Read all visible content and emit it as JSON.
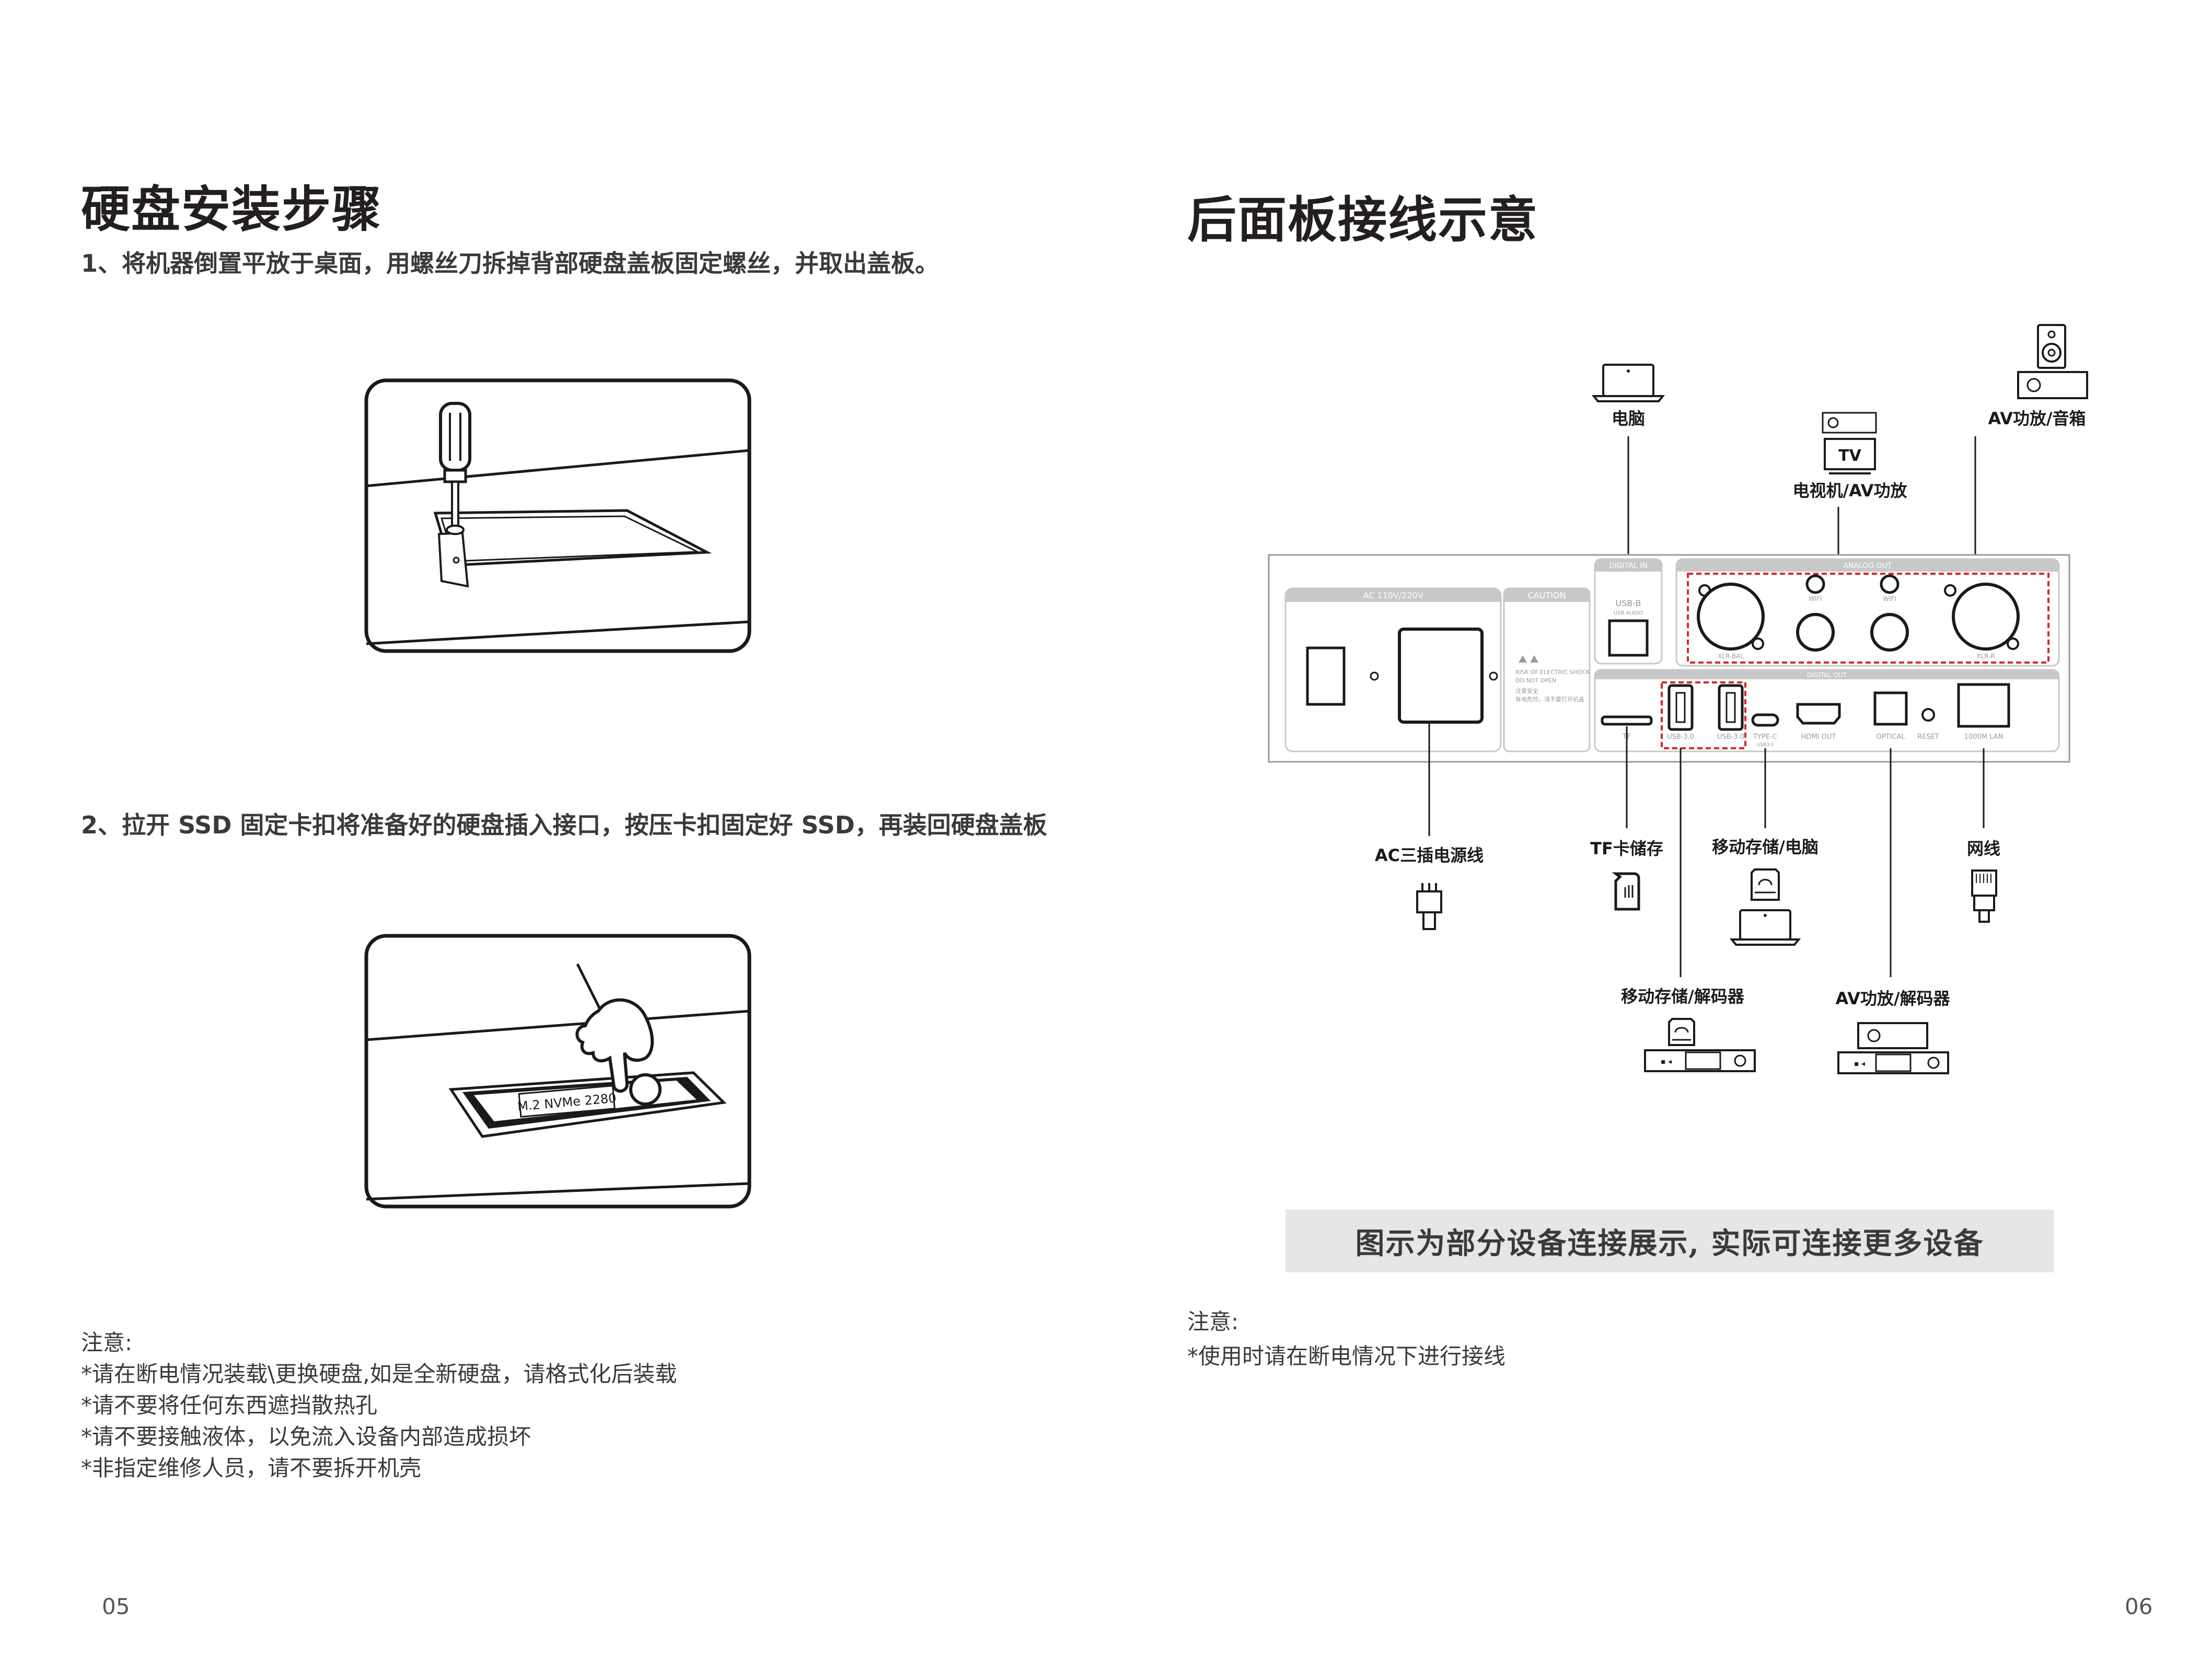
{
  "left": {
    "title": "硬盘安装步骤",
    "step1": "1、将机器倒置平放于桌面，用螺丝刀拆掉背部硬盘盖板固定螺丝，并取出盖板。",
    "step2": "2、拉开 SSD 固定卡扣将准备好的硬盘插入接口，按压卡扣固定好 SSD，再装回硬盘盖板",
    "ssd_label": "M.2 NVMe 2280",
    "notes": {
      "heading": "注意:",
      "items": [
        "*请在断电情况装载\\更换硬盘,如是全新硬盘，请格式化后装载",
        "*请不要将任何东西遮挡散热孔",
        "*请不要接触液体，以免流入设备内部造成损坏",
        "*非指定维修人员，请不要拆开机壳"
      ]
    },
    "page_number": "05"
  },
  "right": {
    "title": "后面板接线示意",
    "labels": {
      "computer": "电脑",
      "tv_amp": "电视机/AV功放",
      "amp_speaker": "AV功放/音箱",
      "tv_screen": "TV",
      "ac_power": "AC三插电源线",
      "tf_storage": "TF卡储存",
      "mobile_pc": "移动存储/电脑",
      "network": "网线",
      "mobile_decoder": "移动存储/解码器",
      "amp_decoder": "AV功放/解码器"
    },
    "panel": {
      "ac_header": "AC 110V/220V",
      "caution_header": "CAUTION",
      "caution_text": [
        "RISK OF ELECTRIC SHOCK",
        "DO NOT OPEN",
        "注意安全",
        "有电危险，请不要打开机盖"
      ],
      "digital_header": "DIGITAL IN",
      "usb_b_label": "USB-B",
      "usb_b_sub": "USB AUDIO",
      "analog_header": "ANALOG OUT",
      "xlr_label": "XLR-BAL",
      "xlr_label_right": "XLR-R",
      "wifi_label": "WIFI",
      "digital_out_header": "DIGITAL OUT",
      "ports": [
        "TF",
        "USB-3.0",
        "USB-3.0",
        "TYPE-C",
        "HDMI OUT",
        "OPTICAL",
        "RESET",
        "1000M LAN"
      ],
      "typec_sub": "USB3.0"
    },
    "banner": "图示为部分设备连接展示, 实际可连接更多设备",
    "notes": {
      "heading": "注意:",
      "items": [
        "*使用时请在断电情况下进行接线"
      ]
    },
    "page_number": "06"
  },
  "colors": {
    "text": "#231f20",
    "line": "#1a1a1a",
    "panel_gray": "#c8c8c8",
    "highlight_red": "#d4262c",
    "banner_bg": "#e6e6e6"
  }
}
